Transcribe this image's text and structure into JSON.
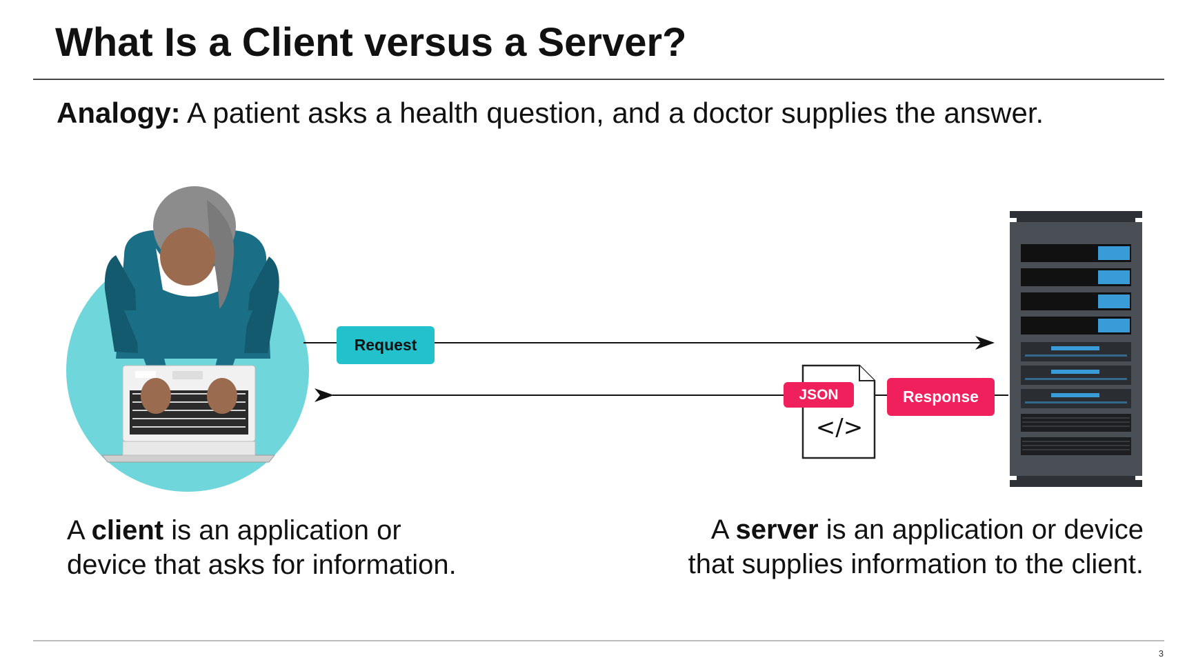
{
  "slide": {
    "title": "What Is a Client versus a Server?",
    "analogy_label": "Analogy:",
    "analogy_text": " A patient asks a health question, and a doctor supplies the answer.",
    "client_caption": {
      "prefix": "A ",
      "term": "client",
      "line1_rest": " is an application or",
      "line2": "device that asks for information."
    },
    "server_caption": {
      "prefix": "A ",
      "term": "server",
      "line1_rest": " is an application or device",
      "line2": "that supplies information to the client."
    },
    "page_number": "3"
  },
  "diagram": {
    "request_label": "Request",
    "response_label": "Response",
    "json_label": "JSON",
    "code_glyph": "</>",
    "colors": {
      "teal": "#22c1cc",
      "pink": "#f0205d",
      "circle": "#6fd7db",
      "sweater": "#1a6f86",
      "server_frame": "#4a4f55",
      "server_bay_light": "#3a9bd9"
    },
    "icons": [
      "person-at-laptop-illustration",
      "json-document-icon",
      "server-rack-icon"
    ]
  }
}
